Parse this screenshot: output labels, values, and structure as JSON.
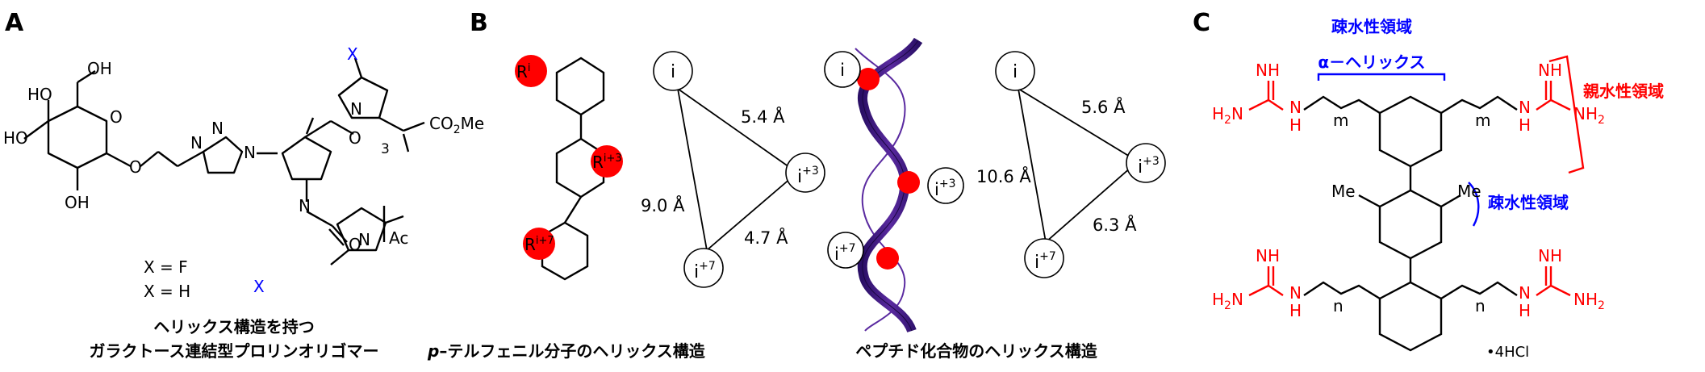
{
  "panelA": {
    "letter": "A",
    "atoms": {
      "oh": "OH",
      "ho": "HO",
      "o": "O",
      "n": "N",
      "x": "X",
      "co2me_pre": "CO",
      "co2me_sub": "2",
      "co2me_post": "Me",
      "ac": "Ac",
      "rep": "3"
    },
    "legend_f": "X = F",
    "legend_h": "X = H",
    "caption_line1": "ヘリックス構造を持つ",
    "caption_line2": "ガラクトース連結型プロリンオリゴマー"
  },
  "panelB": {
    "letter": "B",
    "r_labels": [
      {
        "base": "R",
        "sup": "i"
      },
      {
        "base": "R",
        "sup": "i+3"
      },
      {
        "base": "R",
        "sup": "i+7"
      }
    ],
    "tri1": {
      "i": "i",
      "i3_base": "i",
      "i3_sup": "+3",
      "i7_base": "i",
      "i7_sup": "+7",
      "d1": "5.4 Å",
      "d2": "9.0 Å",
      "d3": "4.7 Å"
    },
    "helix_labels": {
      "i": "i",
      "i3_base": "i",
      "i3_sup": "+3",
      "i7_base": "i",
      "i7_sup": "+7"
    },
    "tri2": {
      "i": "i",
      "i3_base": "i",
      "i3_sup": "+3",
      "i7_base": "i",
      "i7_sup": "+7",
      "d1": "5.6 Å",
      "d2": "10.6 Å",
      "d3": "6.3 Å"
    },
    "caption_terphenyl_italic": "p",
    "caption_terphenyl": "–テルフェニル分子のヘリックス構造",
    "caption_peptide": "ペプチド化合物のヘリックス構造"
  },
  "panelC": {
    "letter": "C",
    "hydrophobic_top": "疎水性領域",
    "alpha_helix": "α－ヘリックス",
    "hydrophilic": "親水性領域",
    "hydrophobic_side": "疎水性領域",
    "nh": "NH",
    "n": "N",
    "h": "H",
    "h2n_pre": "H",
    "h2n_sub": "2",
    "h2n_post": "N",
    "nh2_pre": "NH",
    "nh2_sub": "2",
    "me": "Me",
    "m": "m",
    "n_idx": "n",
    "salt": "•4HCl"
  },
  "colors": {
    "red": "#ff0000",
    "blue": "#0000ff",
    "purple": "#3d1a7a",
    "black": "#000000"
  }
}
